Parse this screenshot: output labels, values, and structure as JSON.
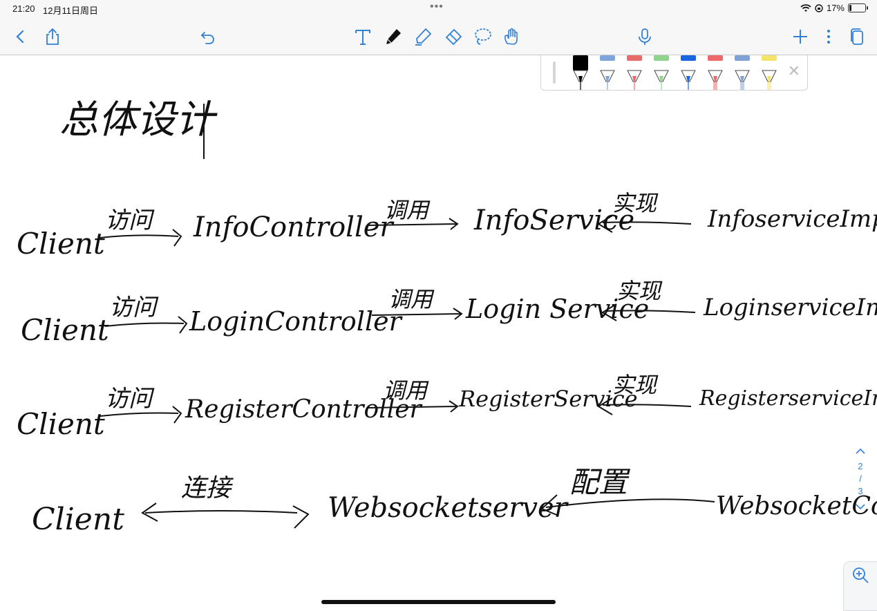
{
  "statusbar": {
    "time": "21:20",
    "date": "12月11日周日",
    "battery": "17%",
    "battery_level": 0.17
  },
  "toolbar": {
    "icons": [
      "chevron-left-icon",
      "share-icon",
      "undo-icon",
      "text-tool-icon",
      "pen-tool-icon",
      "highlighter-icon",
      "eraser-icon",
      "lasso-icon",
      "hand-icon",
      "microphone-icon",
      "plus-icon",
      "more-icon",
      "pages-icon"
    ],
    "accent": "#2f80d6"
  },
  "palette": {
    "pens": [
      "#000000",
      "#7fa6dc",
      "#e86b6b",
      "#8fd38c",
      "#1a66e0",
      "#ee6a6a",
      "#7ea2d4",
      "#f4e36b"
    ]
  },
  "note": {
    "title": "总体设计",
    "rows": [
      {
        "client": "Client",
        "action1": "访问",
        "controller": "InfoController",
        "action2": "调用",
        "service": "InfoService",
        "action3": "实现",
        "impl": "InfoserviceImpl"
      },
      {
        "client": "Client",
        "action1": "访问",
        "controller": "LoginController",
        "action2": "调用",
        "service": "Login Service",
        "action3": "实现",
        "impl": "LoginserviceImpl"
      },
      {
        "client": "Client",
        "action1": "访问",
        "controller": "RegisterController",
        "action2": "调用",
        "service": "RegisterService",
        "action3": "实现",
        "impl": "RegisterserviceImpl"
      }
    ],
    "ws_row": {
      "client": "Client",
      "action1": "连接",
      "server": "Websocketserver",
      "action2": "配置",
      "config": "WebsocketConfig"
    }
  },
  "pager": {
    "current": "2",
    "total": "3"
  }
}
